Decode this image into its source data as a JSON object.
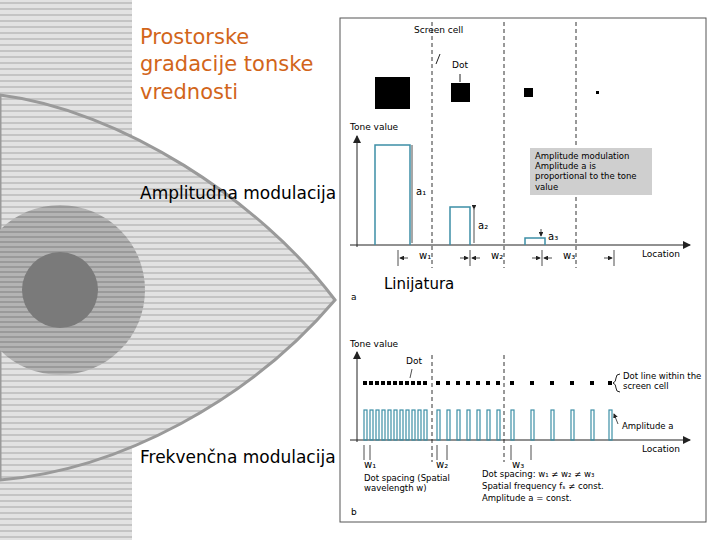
{
  "diagram": {
    "title": "Prostorske gradacije tonske vrednosti",
    "nodes": [
      {
        "text": [
          "Amplitude modulation",
          "Amplitude a is proportional to the tone value"
        ]
      }
    ],
    "labels": [
      "Amplitudna modulacija",
      "Linijatura",
      "Frekvenčna modulacija",
      "Screen cell",
      "Dot",
      "Tone value",
      "a₁",
      "a₂",
      "a₃",
      "w₁",
      "w₂",
      "w₃",
      "Location",
      "a",
      "Tone value",
      "Dot",
      "Dot line within the screen cell",
      "Amplitude a",
      "Location",
      "w₁",
      "w₂",
      "w₃",
      "Dot spacing (Spatial wavelength w)",
      "Dot spacing: w₁ ≠ w₂ ≠ w₃",
      "Spatial frequency fₛ ≠ const.",
      "Amplitude a = const.",
      "b"
    ]
  }
}
